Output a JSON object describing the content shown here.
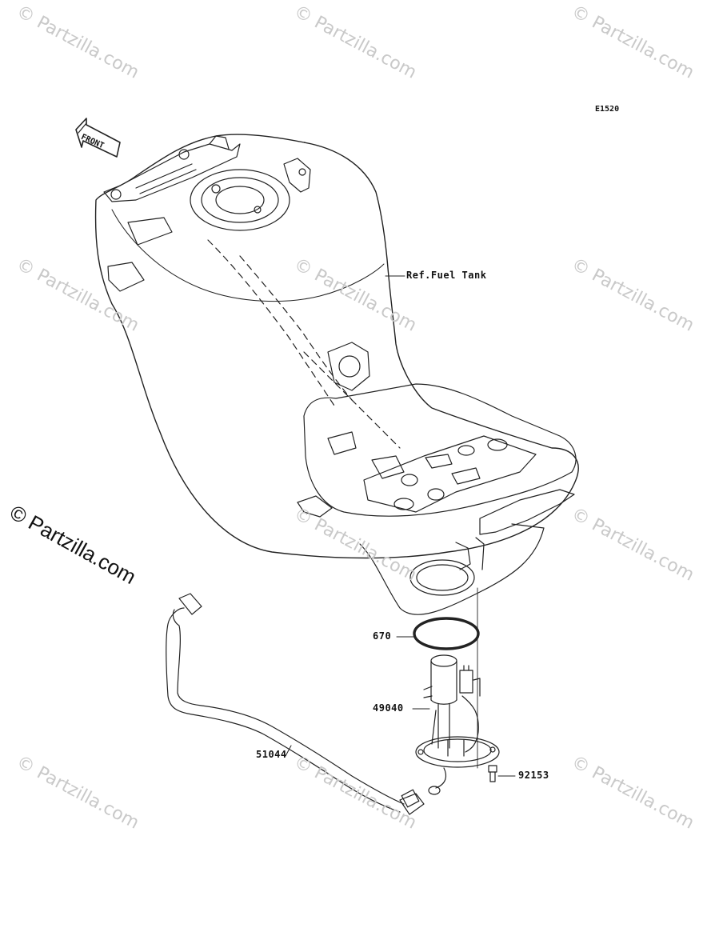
{
  "diagram_code": "E1520",
  "front_label": "FRONT",
  "ref_label": "Ref.Fuel Tank",
  "parts": {
    "p670": "670",
    "p49040": "49040",
    "p51044": "51044",
    "p92153": "92153"
  },
  "watermark": "© Partzilla.com"
}
